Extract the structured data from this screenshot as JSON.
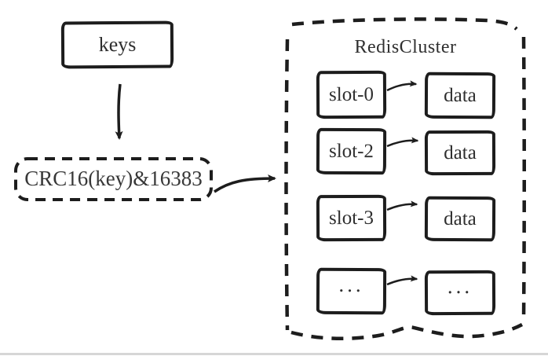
{
  "diagram": {
    "keys_box": {
      "label": "keys"
    },
    "hash_box": {
      "label": "CRC16(key)&16383"
    },
    "cluster": {
      "title": "RedisCluster",
      "rows": [
        {
          "slot": "slot-0",
          "data": "data"
        },
        {
          "slot": "slot-2",
          "data": "data"
        },
        {
          "slot": "slot-3",
          "data": "data"
        },
        {
          "slot": "...",
          "data": "..."
        }
      ]
    },
    "arrows": [
      "keys-to-hash",
      "hash-to-cluster",
      "slot-0-to-data",
      "slot-2-to-data",
      "slot-3-to-data",
      "slot-more-to-data"
    ],
    "colors": {
      "stroke": "#1d1d1d",
      "text": "#2f2f2f",
      "background": "#ffffff"
    }
  }
}
